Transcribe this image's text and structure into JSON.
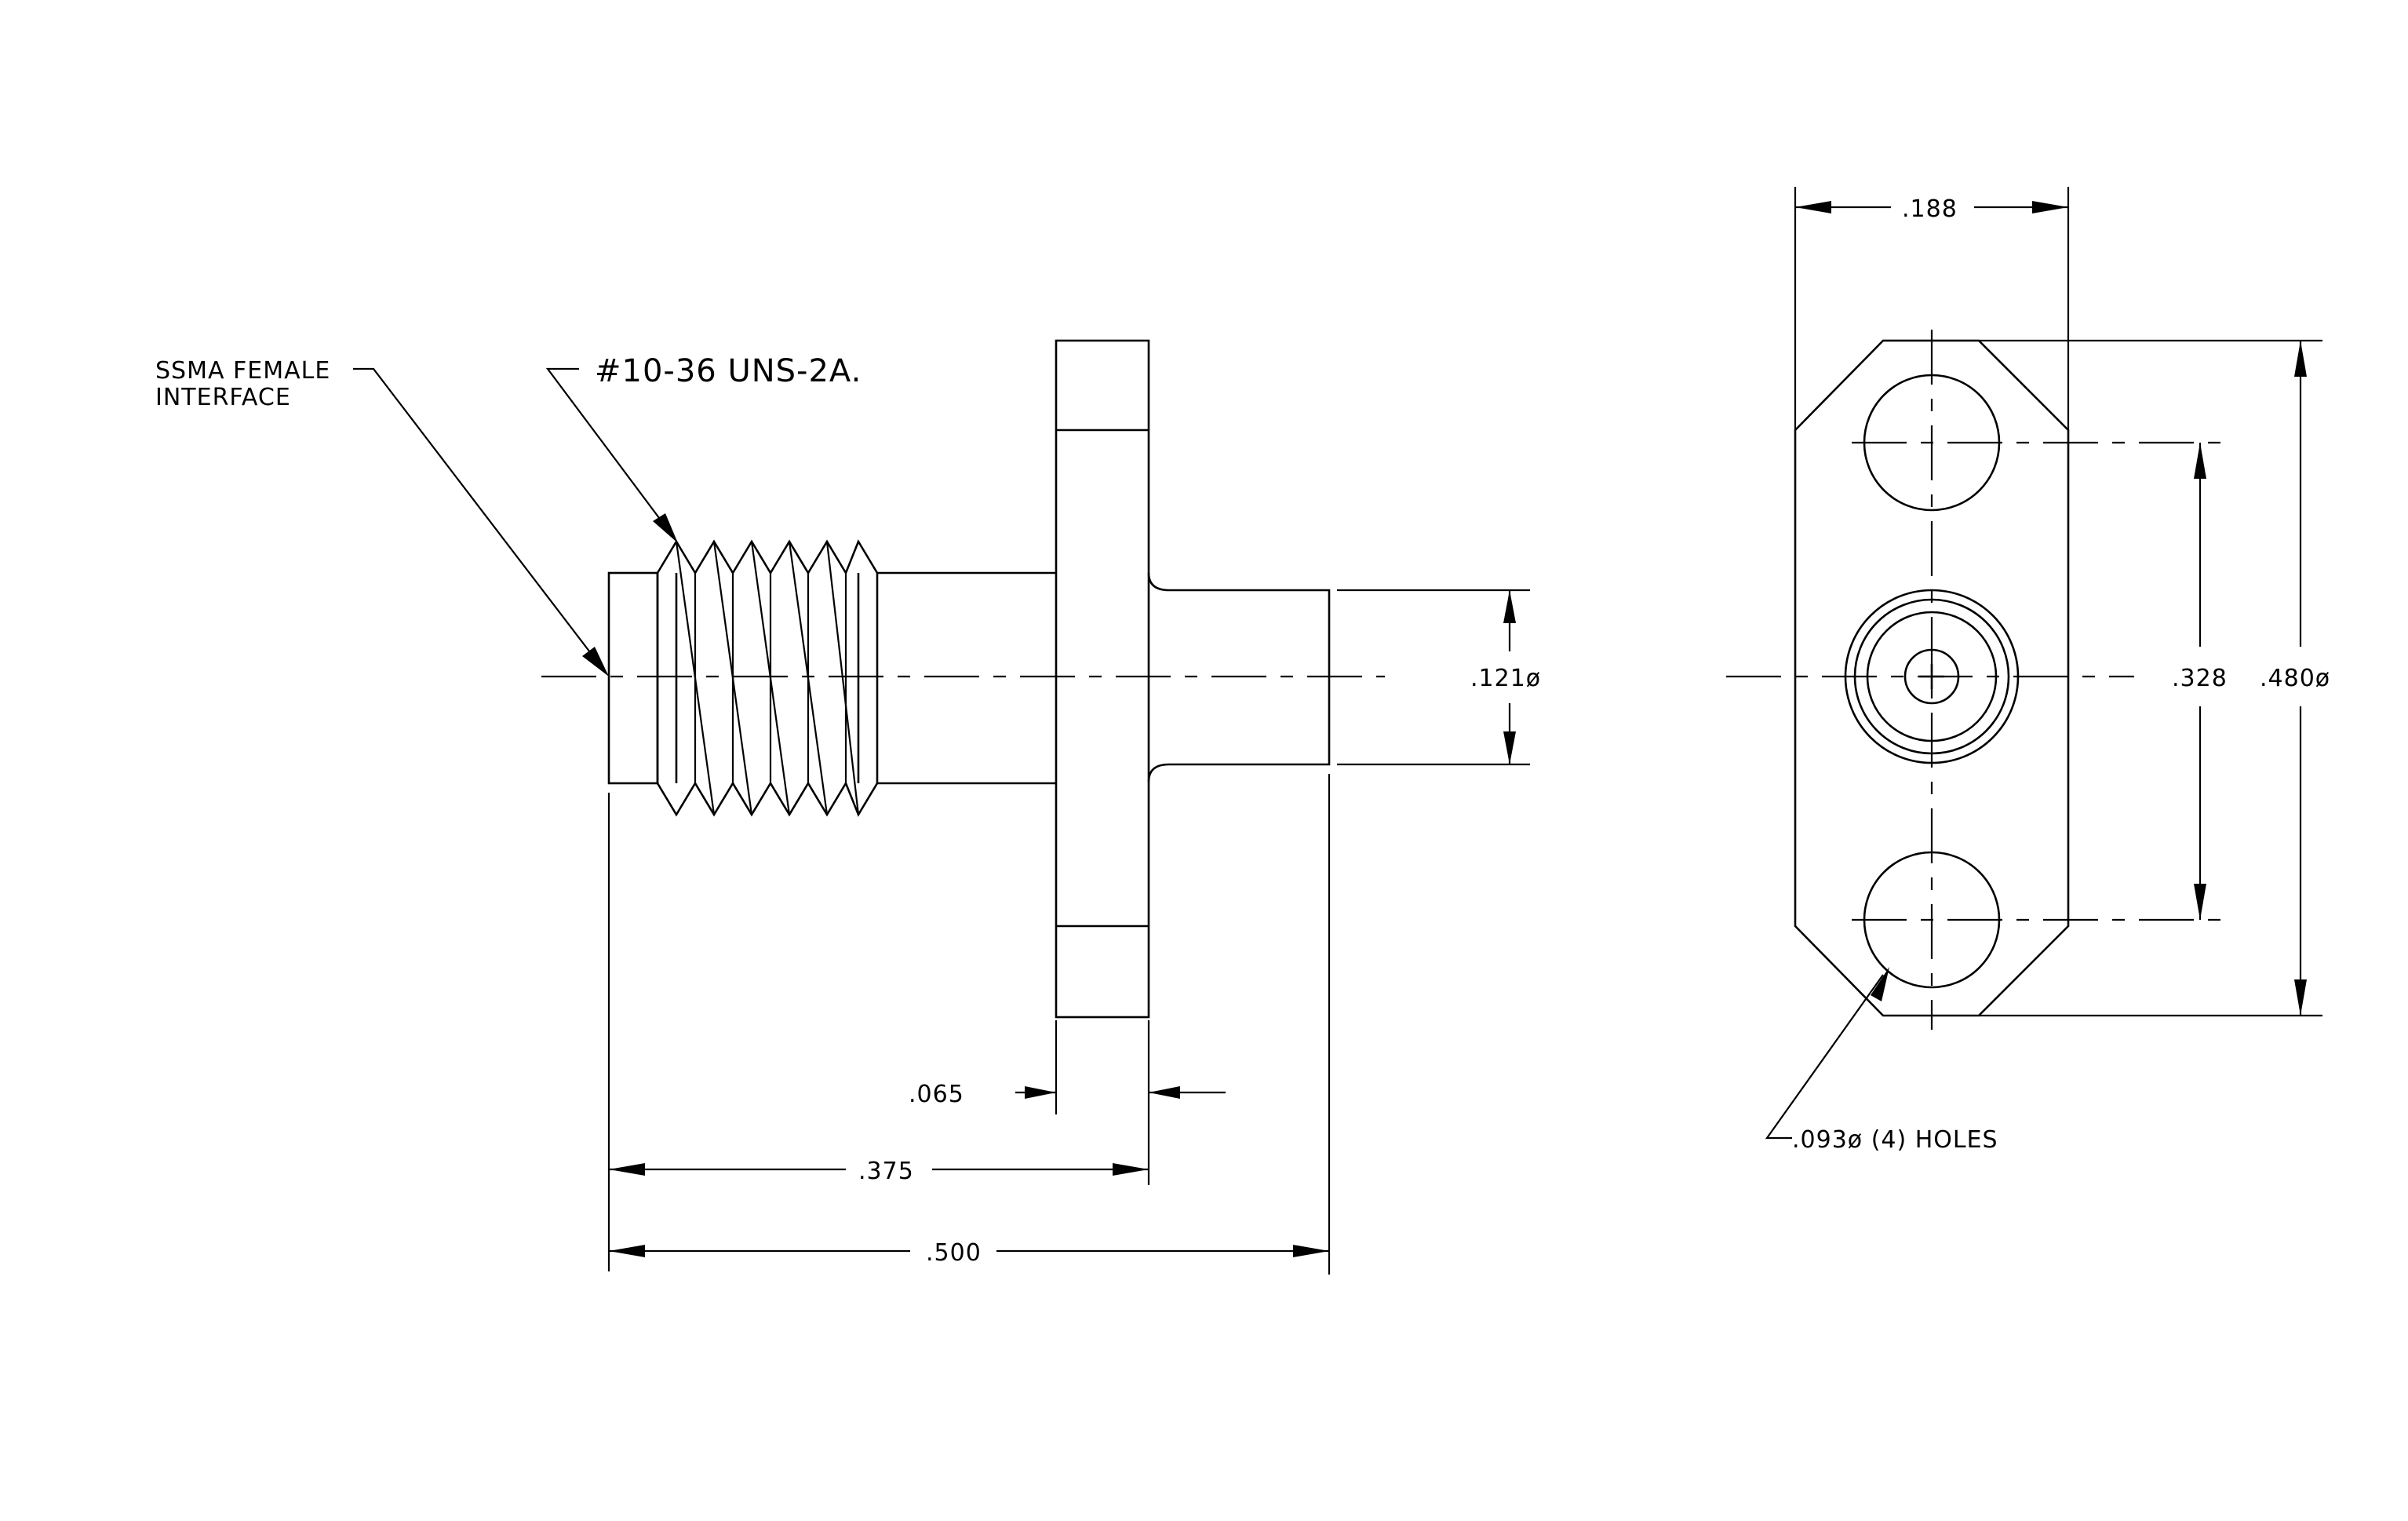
{
  "side_view": {
    "interface_label_line1": "SSMA FEMALE",
    "interface_label_line2": "INTERFACE",
    "thread_label": "#10-36 UNS-2A.",
    "dim_flange_thickness": ".065",
    "dim_flange_position": ".375",
    "dim_overall_length": ".500",
    "dim_pin_diameter": ".121ø"
  },
  "end_view": {
    "dim_flange_width": ".188",
    "dim_hole_spacing": ".328",
    "dim_flange_height": ".480ø",
    "holes_label": ".093ø (4) HOLES"
  },
  "colors": {
    "line": "#000000",
    "background": "#ffffff"
  }
}
